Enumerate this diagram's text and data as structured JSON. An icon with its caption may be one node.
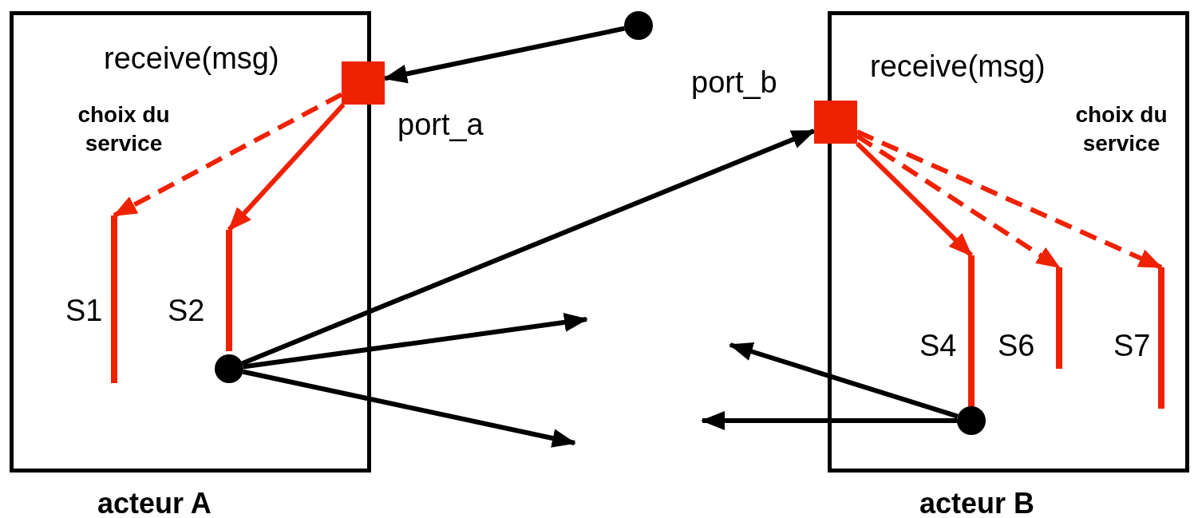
{
  "diagram": {
    "nodes": [
      {
        "text": [
          "acteur A"
        ]
      },
      {
        "text": [
          "acteur B"
        ]
      },
      {
        "text": [],
        "shape": "box",
        "beside": [
          "port_a"
        ]
      },
      {
        "text": [],
        "shape": "box",
        "beside": [
          "port_b"
        ]
      },
      {
        "text": [],
        "shape": "bar",
        "in": 0,
        "beside": [
          "S1"
        ]
      },
      {
        "text": [],
        "shape": "bar",
        "in": 0,
        "beside": [
          "S2"
        ]
      },
      {
        "text": [],
        "shape": "circle",
        "in": 0
      },
      {
        "text": [],
        "shape": "circle"
      },
      {
        "text": [],
        "shape": "bar",
        "in": 1,
        "beside": [
          "S4"
        ]
      },
      {
        "text": [],
        "shape": "bar",
        "in": 1,
        "beside": [
          "S6"
        ]
      },
      {
        "text": [],
        "shape": "bar",
        "in": 1,
        "beside": [
          "S7"
        ]
      },
      {
        "text": [],
        "shape": "circle",
        "in": 1
      }
    ],
    "edges": [
      {
        "from": 7,
        "to": 2,
        "arrow": "to"
      },
      {
        "from": 2,
        "to": 4,
        "arrow": "to",
        "style": "dashed",
        "color": "#ee2200"
      },
      {
        "from": 2,
        "to": 5,
        "arrow": "to",
        "color": "#ee2200"
      },
      {
        "from": 6,
        "to": 3,
        "arrow": "to"
      },
      {
        "from": 6,
        "to": null,
        "arrow": "to"
      },
      {
        "from": 6,
        "to": null,
        "arrow": "to"
      },
      {
        "from": 3,
        "to": 8,
        "arrow": "to",
        "color": "#ee2200"
      },
      {
        "from": 3,
        "to": 9,
        "arrow": "to",
        "style": "dashed",
        "color": "#ee2200"
      },
      {
        "from": 3,
        "to": 10,
        "arrow": "to",
        "style": "dashed",
        "color": "#ee2200"
      },
      {
        "from": 11,
        "to": null,
        "arrow": "to"
      },
      {
        "from": 11,
        "to": null,
        "arrow": "to"
      }
    ],
    "labels": [
      "receive(msg)",
      "choix du service",
      "receive(msg)",
      "choix du service"
    ]
  }
}
